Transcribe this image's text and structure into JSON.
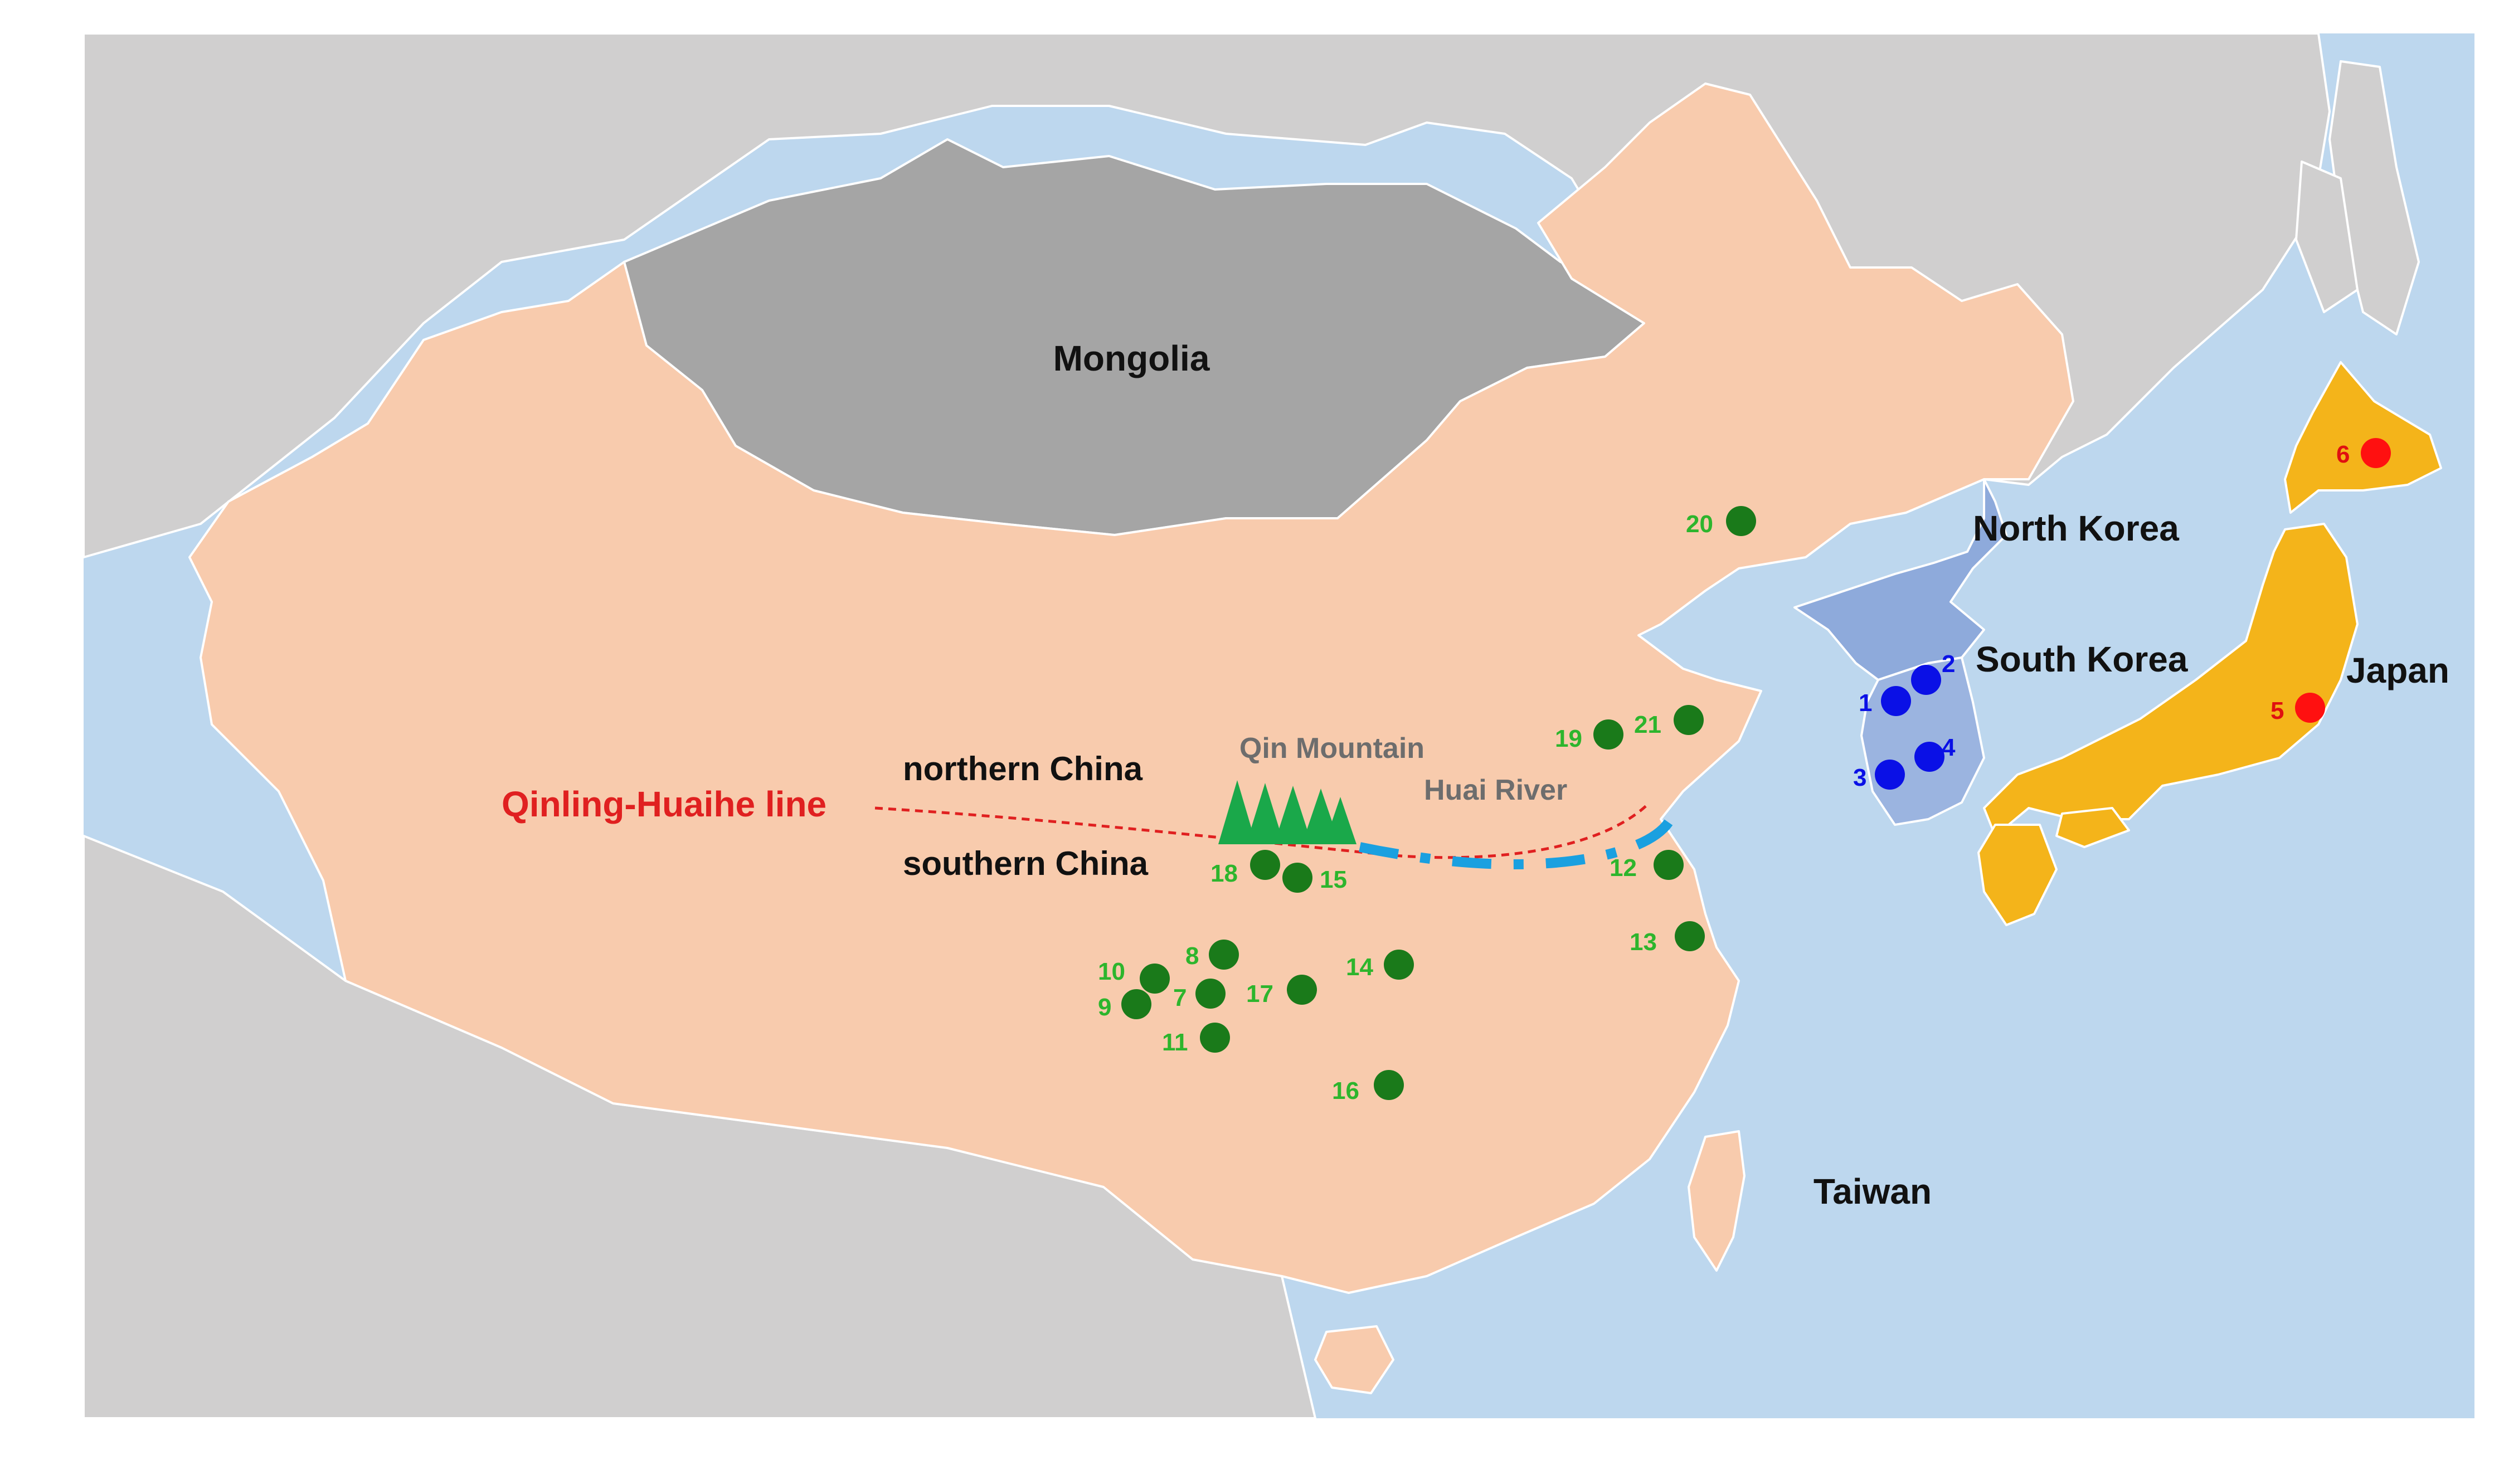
{
  "colors": {
    "sea": "#bdd7ee",
    "other_land": "#d0cfcf",
    "border": "#ffffff",
    "mongolia": "#a5a5a5",
    "china": "#f8cbad",
    "north_korea": "#8eaadb",
    "south_korea": "#9bb4e0",
    "japan": "#f4b41a",
    "taiwan": "#f8cbad",
    "china_site": "#1a7a1a",
    "china_label": "#2db52d",
    "korea_site": "#0a10e6",
    "korea_label": "#0a10e6",
    "japan_site": "#ff1010",
    "japan_label": "#e01010",
    "qinling_line": "#e02020",
    "huai_river": "#1aa0e0",
    "mountain": "#1aa84a"
  },
  "labels": {
    "mongolia": "Mongolia",
    "north_korea": "North Korea",
    "south_korea": "South Korea",
    "japan": "Japan",
    "taiwan": "Taiwan",
    "northern_china": "northern China",
    "southern_china": "southern China",
    "qin_mountain": "Qin Mountain",
    "huai_river": "Huai River",
    "qinling_huaihe_line": "Qinling-Huaihe line"
  },
  "icons": {
    "mountain": "pine-tree-mountain-icon"
  },
  "sites": [
    {
      "id": "1",
      "region": "korea"
    },
    {
      "id": "2",
      "region": "korea"
    },
    {
      "id": "3",
      "region": "korea"
    },
    {
      "id": "4",
      "region": "korea"
    },
    {
      "id": "5",
      "region": "japan"
    },
    {
      "id": "6",
      "region": "japan"
    },
    {
      "id": "7",
      "region": "china"
    },
    {
      "id": "8",
      "region": "china"
    },
    {
      "id": "9",
      "region": "china"
    },
    {
      "id": "10",
      "region": "china"
    },
    {
      "id": "11",
      "region": "china"
    },
    {
      "id": "12",
      "region": "china"
    },
    {
      "id": "13",
      "region": "china"
    },
    {
      "id": "14",
      "region": "china"
    },
    {
      "id": "15",
      "region": "china"
    },
    {
      "id": "16",
      "region": "china"
    },
    {
      "id": "17",
      "region": "china"
    },
    {
      "id": "18",
      "region": "china"
    },
    {
      "id": "19",
      "region": "china"
    },
    {
      "id": "20",
      "region": "china"
    },
    {
      "id": "21",
      "region": "china"
    }
  ]
}
